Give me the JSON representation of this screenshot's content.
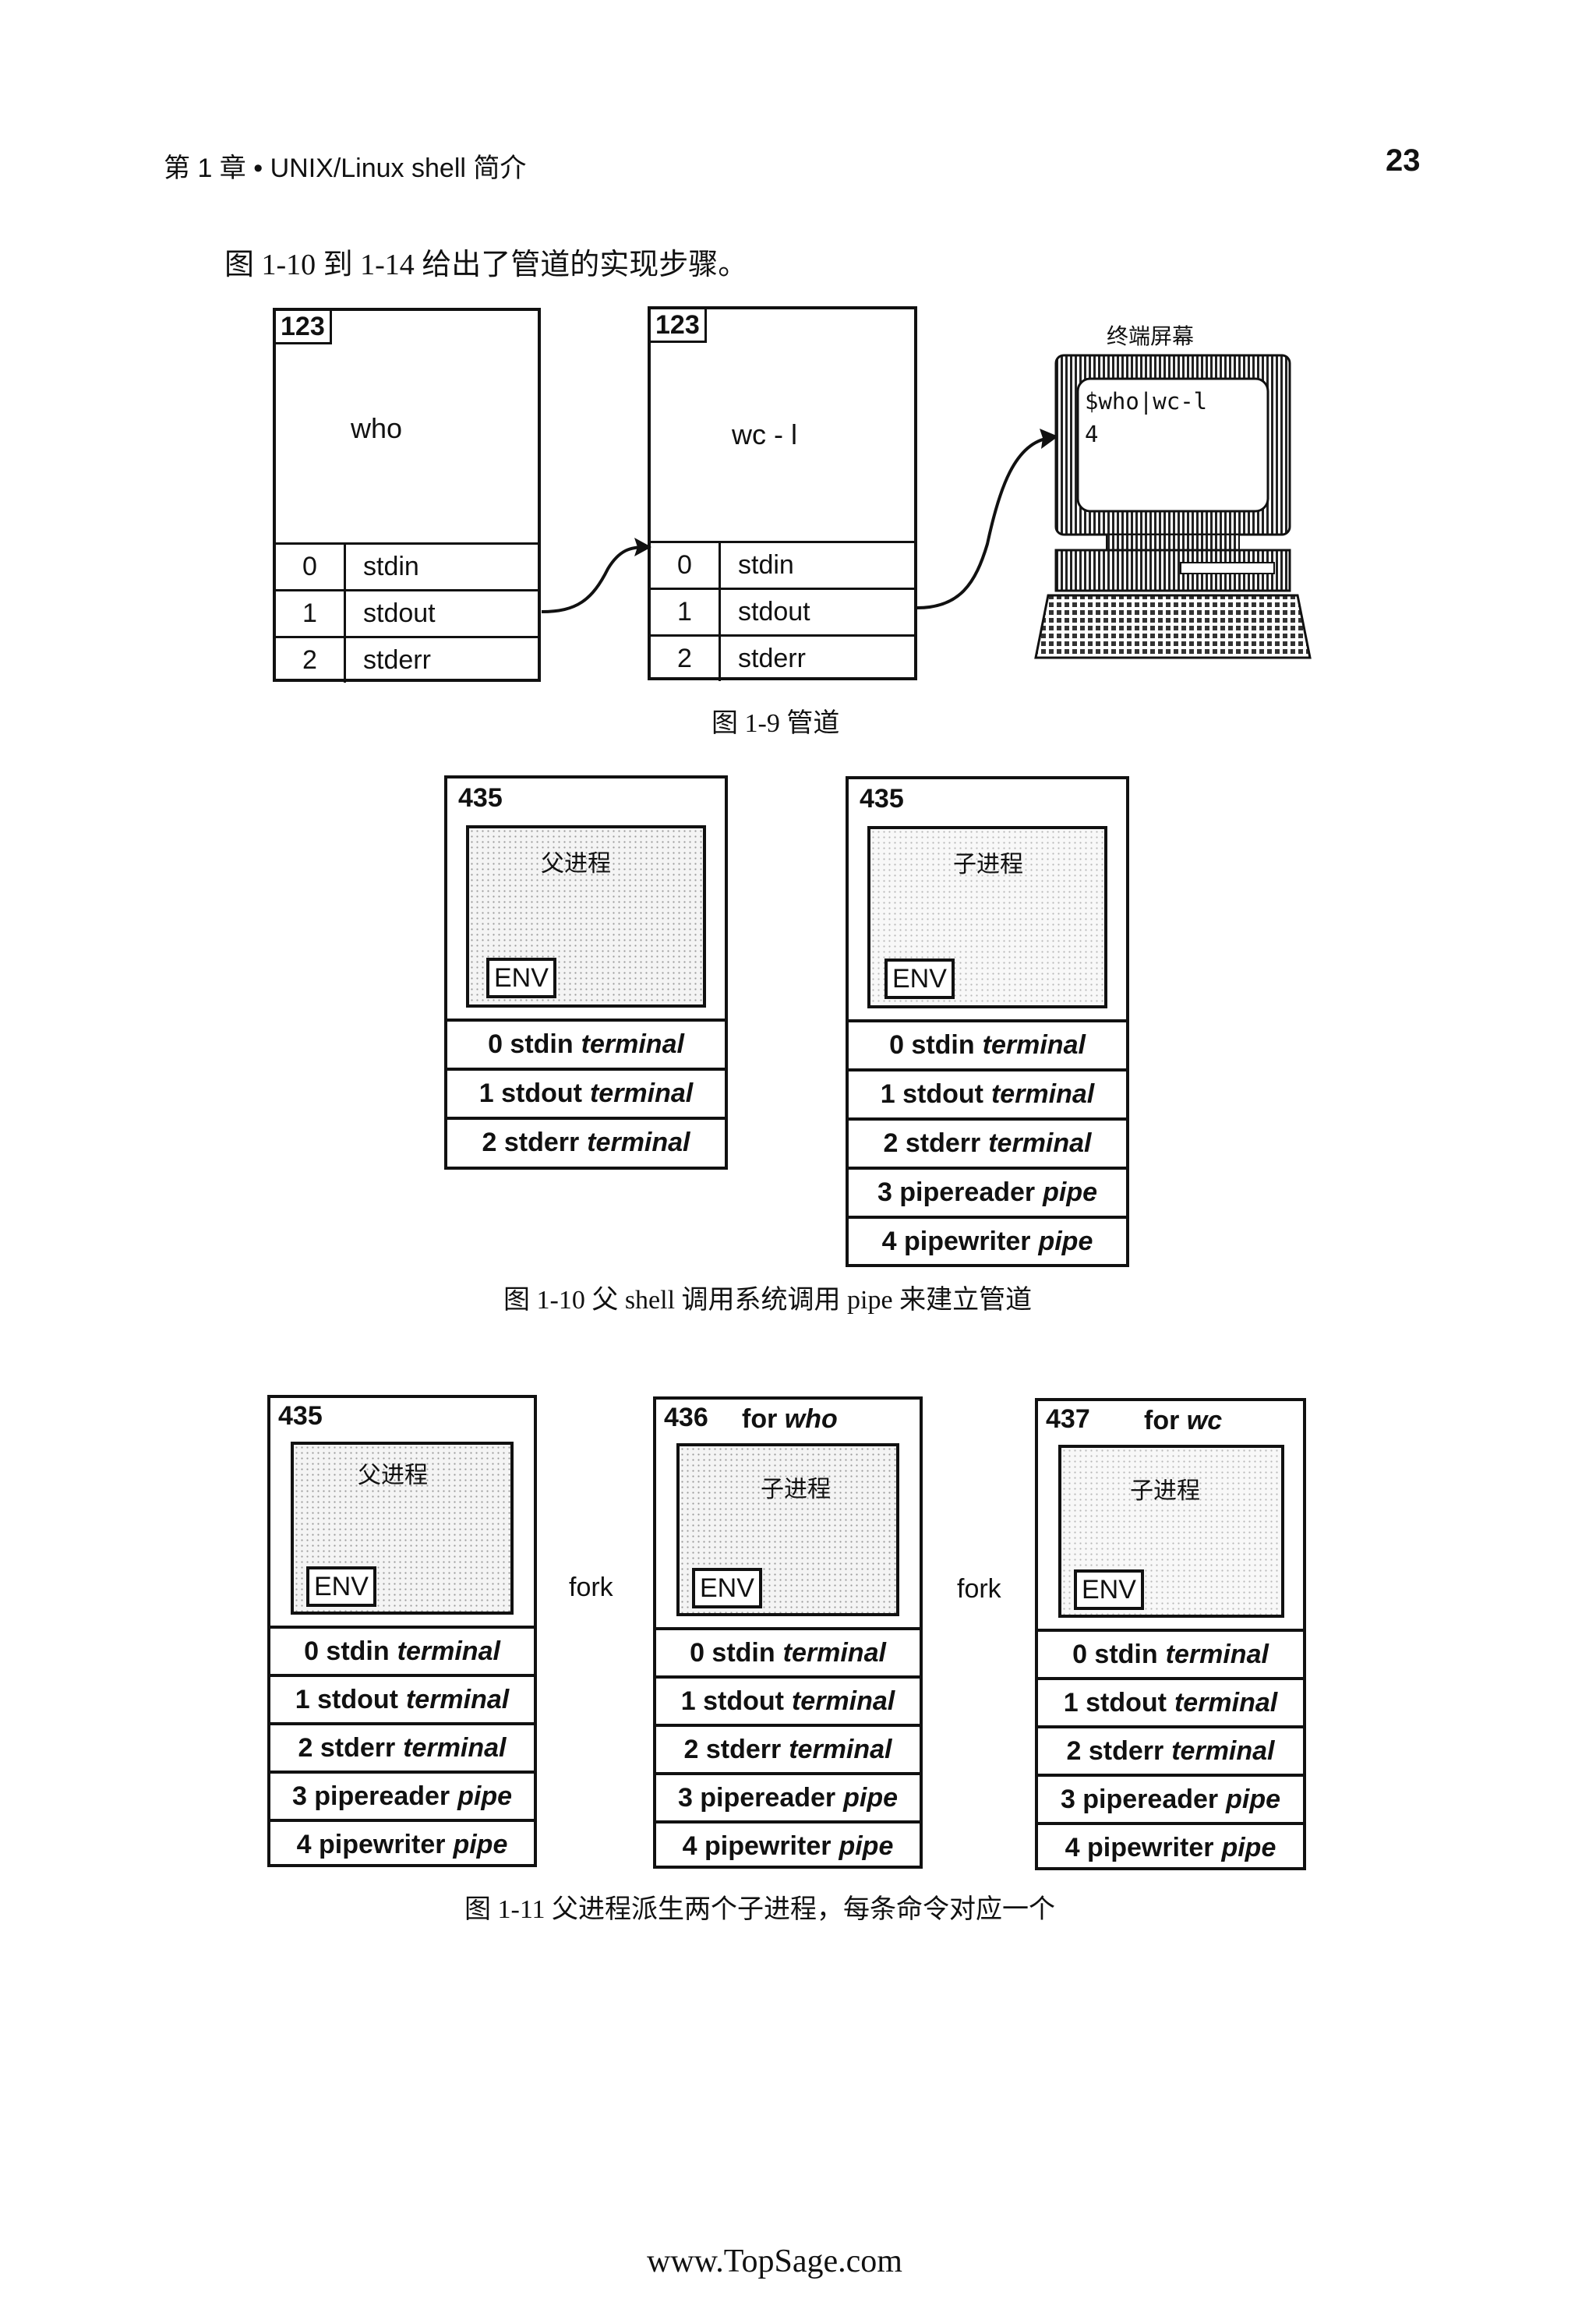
{
  "header": {
    "chapter": "第 1 章 • UNIX/Linux shell 简介",
    "page_number": "23"
  },
  "intro": "图 1-10 到 1-14 给出了管道的实现步骤。",
  "fig9": {
    "left": {
      "pid": "123",
      "command": "who",
      "fds": [
        {
          "num": "0",
          "name": "stdin"
        },
        {
          "num": "1",
          "name": "stdout"
        },
        {
          "num": "2",
          "name": "stderr"
        }
      ]
    },
    "right": {
      "pid": "123",
      "command": "wc - l",
      "fds": [
        {
          "num": "0",
          "name": "stdin"
        },
        {
          "num": "1",
          "name": "stdout"
        },
        {
          "num": "2",
          "name": "stderr"
        }
      ]
    },
    "terminal": {
      "title": "终端屏幕",
      "line1": "$who|wc-l",
      "line2": "4"
    },
    "caption": "图 1-9   管道"
  },
  "fig10": {
    "parent": {
      "pid": "435",
      "label": "父进程",
      "env": "ENV",
      "fds": [
        {
          "n": "0 stdin",
          "t": "terminal"
        },
        {
          "n": "1 stdout",
          "t": "terminal"
        },
        {
          "n": "2 stderr",
          "t": "terminal"
        }
      ]
    },
    "child": {
      "pid": "435",
      "label": "子进程",
      "env": "ENV",
      "fds": [
        {
          "n": "0 stdin",
          "t": "terminal"
        },
        {
          "n": "1 stdout",
          "t": "terminal"
        },
        {
          "n": "2 stderr",
          "t": "terminal"
        },
        {
          "n": "3 pipereader",
          "t": "pipe"
        },
        {
          "n": "4 pipewriter",
          "t": "pipe"
        }
      ]
    },
    "caption": "图 1-10   父 shell 调用系统调用 pipe 来建立管道"
  },
  "fig11": {
    "p1": {
      "pid": "435",
      "for_label": "",
      "for_what": "",
      "label": "父进程",
      "env": "ENV"
    },
    "p2": {
      "pid": "436",
      "for_label": "for",
      "for_what": "who",
      "label": "子进程",
      "env": "ENV"
    },
    "p3": {
      "pid": "437",
      "for_label": "for",
      "for_what": "wc",
      "label": "子进程",
      "env": "ENV"
    },
    "fds": [
      {
        "n": "0 stdin",
        "t": "terminal"
      },
      {
        "n": "1 stdout",
        "t": "terminal"
      },
      {
        "n": "2 stderr",
        "t": "terminal"
      },
      {
        "n": "3 pipereader",
        "t": "pipe"
      },
      {
        "n": "4 pipewriter",
        "t": "pipe"
      }
    ],
    "fork": "fork",
    "caption": "图 1-11   父进程派生两个子进程，每条命令对应一个"
  },
  "footer": "www.TopSage.com"
}
